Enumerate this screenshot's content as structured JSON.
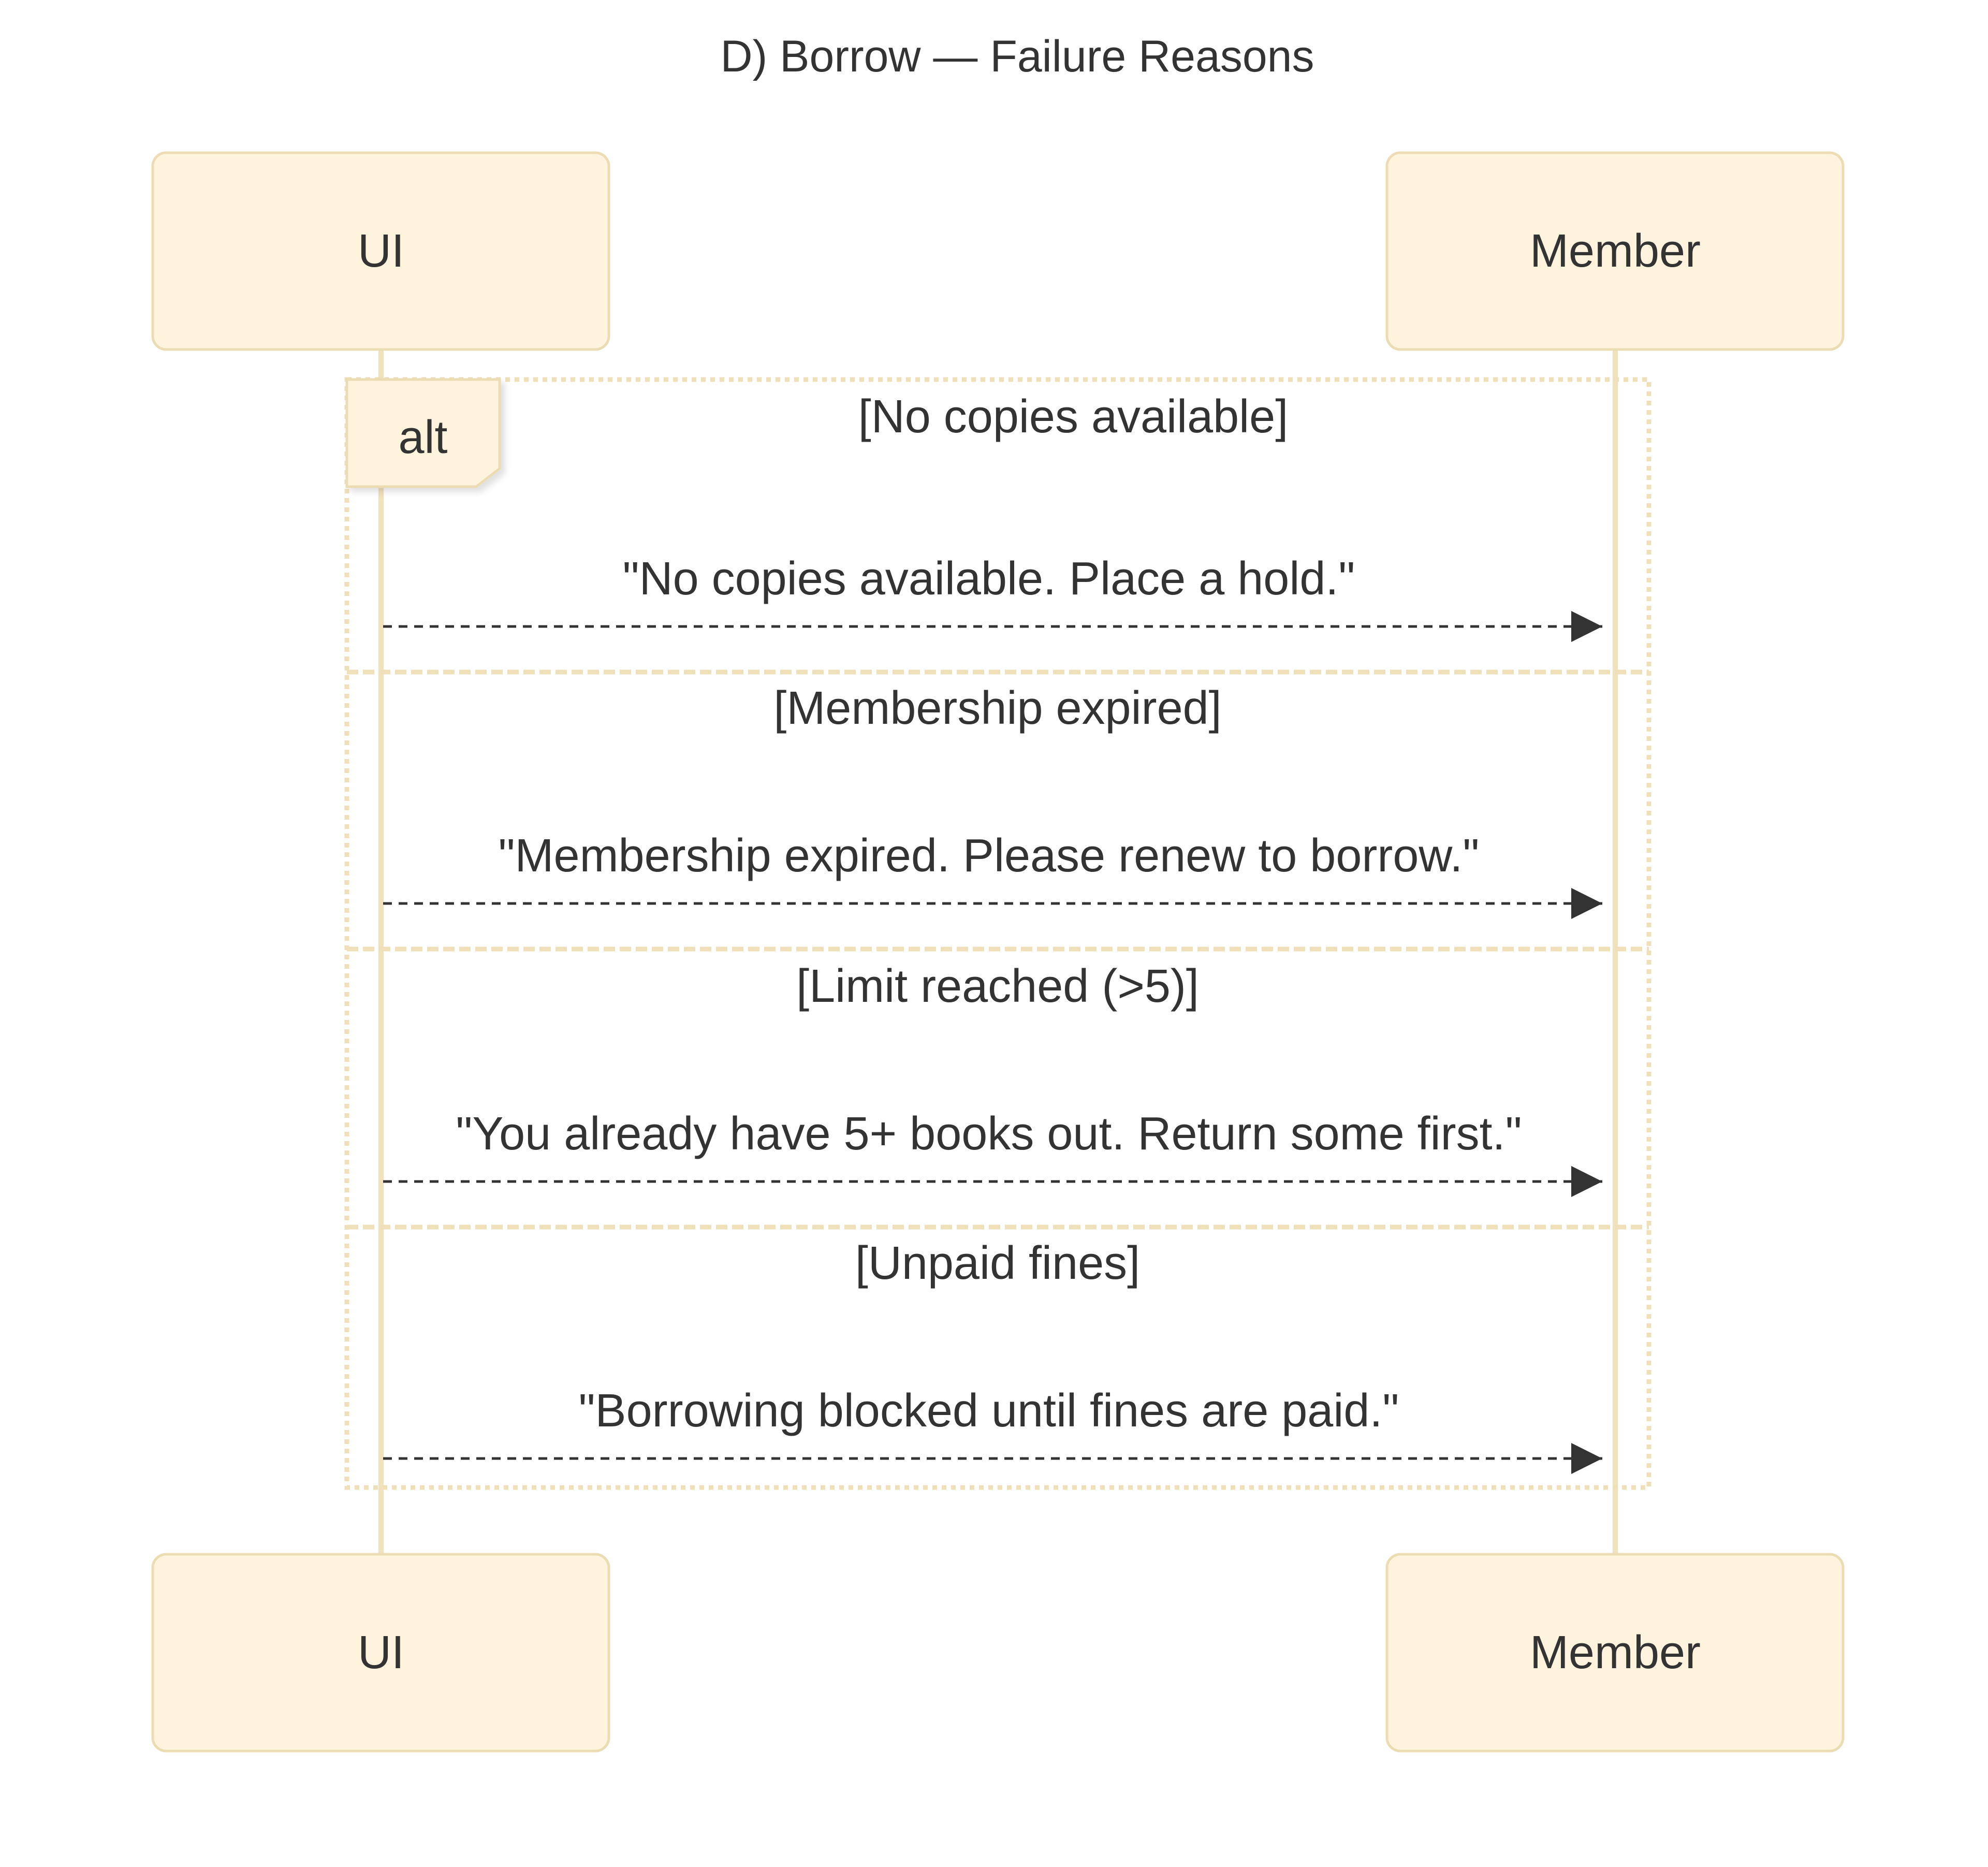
{
  "title": "D) Borrow — Failure Reasons",
  "participants": [
    {
      "id": "ui",
      "label": "UI"
    },
    {
      "id": "member",
      "label": "Member"
    }
  ],
  "fragment": {
    "type_label": "alt",
    "sections": [
      {
        "guard": "[No copies available]",
        "message": {
          "from": "ui",
          "to": "member",
          "style": "dashed",
          "text": "\"No copies available. Place a hold.\""
        }
      },
      {
        "guard": "[Membership expired]",
        "message": {
          "from": "ui",
          "to": "member",
          "style": "dashed",
          "text": "\"Membership expired. Please renew to borrow.\""
        }
      },
      {
        "guard": "[Limit reached (>5)]",
        "message": {
          "from": "ui",
          "to": "member",
          "style": "dashed",
          "text": "\"You already have 5+ books out. Return some first.\""
        }
      },
      {
        "guard": "[Unpaid fines]",
        "message": {
          "from": "ui",
          "to": "member",
          "style": "dashed",
          "text": "\"Borrowing blocked until fines are paid.\""
        }
      }
    ]
  },
  "colors": {
    "actor_fill": "#fef4de",
    "actor_stroke": "#ecdcb4",
    "lifeline": "#f1e1bc",
    "fragment_border": "#efe0ba",
    "text": "#333333",
    "arrow": "#333333"
  }
}
